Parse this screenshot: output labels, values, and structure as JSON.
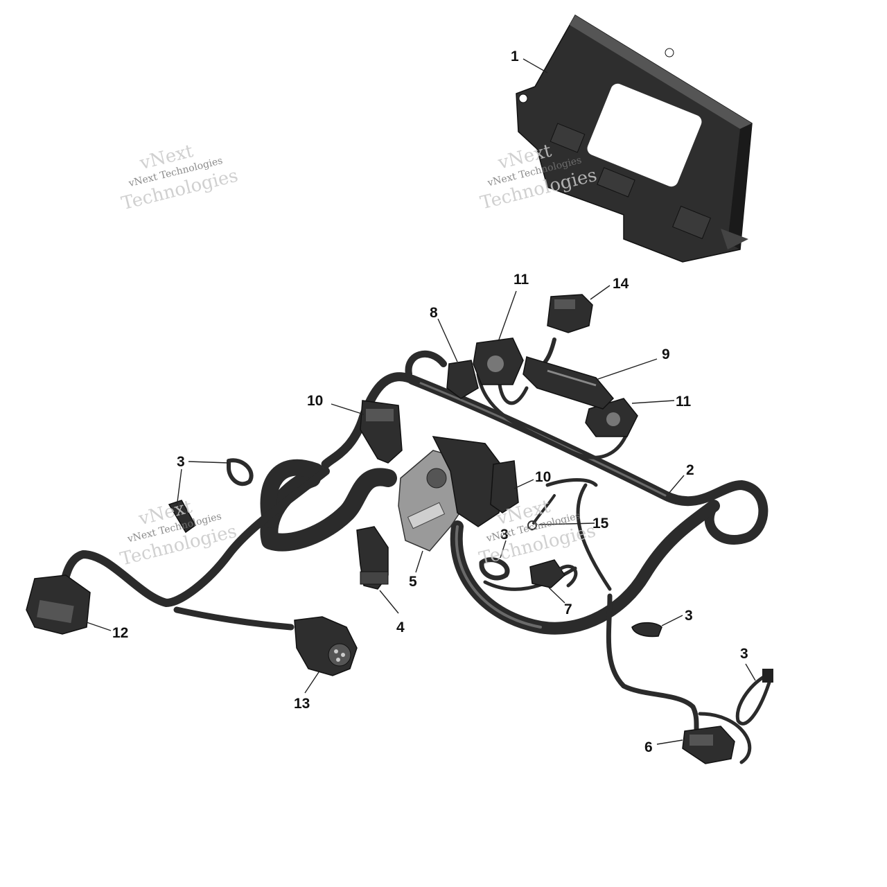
{
  "watermark": {
    "line1": "vNext",
    "line2": "vNext Technologies",
    "line3": "Technologies"
  },
  "callouts": [
    {
      "id": "c1",
      "label": "1"
    },
    {
      "id": "c2",
      "label": "2"
    },
    {
      "id": "c3a",
      "label": "3"
    },
    {
      "id": "c3b",
      "label": "3"
    },
    {
      "id": "c3c",
      "label": "3"
    },
    {
      "id": "c3d",
      "label": "3"
    },
    {
      "id": "c3e",
      "label": "3"
    },
    {
      "id": "c4",
      "label": "4"
    },
    {
      "id": "c5",
      "label": "5"
    },
    {
      "id": "c6",
      "label": "6"
    },
    {
      "id": "c7",
      "label": "7"
    },
    {
      "id": "c8",
      "label": "8"
    },
    {
      "id": "c9",
      "label": "9"
    },
    {
      "id": "c10a",
      "label": "10"
    },
    {
      "id": "c10b",
      "label": "10"
    },
    {
      "id": "c11a",
      "label": "11"
    },
    {
      "id": "c11b",
      "label": "11"
    },
    {
      "id": "c12",
      "label": "12"
    },
    {
      "id": "c13",
      "label": "13"
    },
    {
      "id": "c14",
      "label": "14"
    },
    {
      "id": "c15",
      "label": "15"
    }
  ]
}
